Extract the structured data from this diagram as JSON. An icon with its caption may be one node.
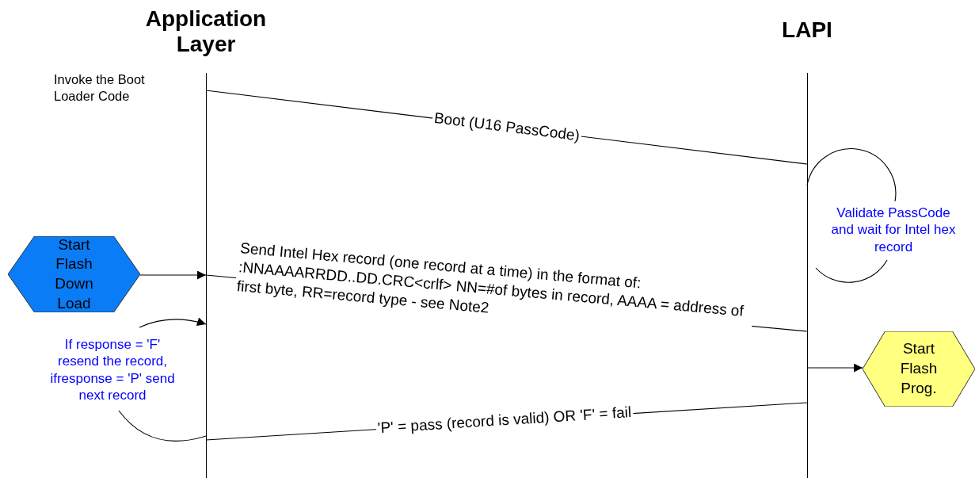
{
  "diagram": {
    "nodes": [
      {
        "text": [
          "Application Layer"
        ]
      },
      {
        "text": [
          "LAPI"
        ]
      },
      {
        "text": [
          "Start Flash Down Load"
        ]
      },
      {
        "text": [
          "Start Flash Prog."
        ]
      }
    ],
    "edges": [
      {
        "from": 0,
        "to": 1,
        "arrow": "none",
        "label": "Boot (U16 PassCode)"
      },
      {
        "from": 2,
        "to": 0,
        "arrow": "to"
      },
      {
        "from": 0,
        "to": 1,
        "arrow": "none",
        "label": "Send Intel Hex record (one record at a time) in the format of: :NNAAAARRDD..DD.CRC<crlf> NN=#of bytes in record, AAAA = address of first byte, RR=record type - see Note2"
      },
      {
        "from": 1,
        "to": 1,
        "arrow": "none",
        "label": "Validate PassCode and wait for Intel hex record"
      },
      {
        "from": 0,
        "to": 0,
        "arrow": "to",
        "label": "If response = 'F' resend the record, ifresponse = 'P' send next record"
      },
      {
        "from": 1,
        "to": 3,
        "arrow": "to"
      },
      {
        "from": 1,
        "to": 0,
        "arrow": "none",
        "label": "'P' = pass (record is valid) OR 'F' = fail"
      }
    ],
    "labels": [
      "Invoke the Boot Loader Code"
    ]
  }
}
